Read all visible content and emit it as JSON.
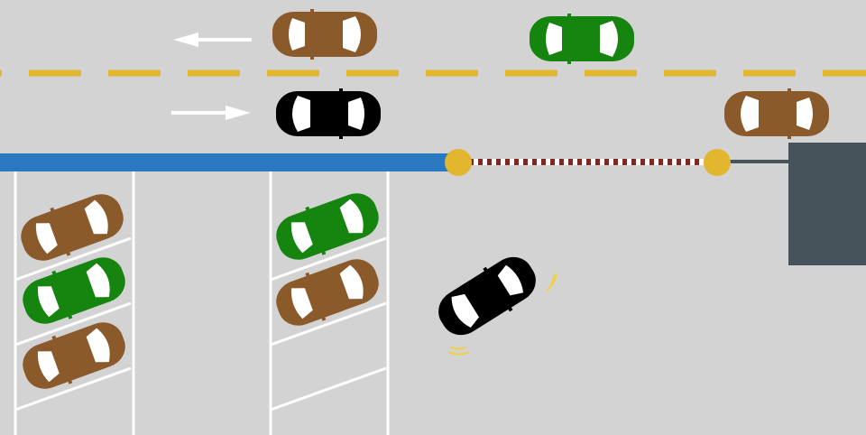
{
  "scene": {
    "road_color": "#d3d3d3",
    "lane_divider_color": "#e2b62e",
    "curb_color": "#2a78bf",
    "barrier_post_color": "#e2b62e",
    "barrier_stripe_colors": [
      "#7a2a22",
      "#ffffff"
    ],
    "booth_color": "#47535b",
    "marking_color": "#ffffff",
    "arrows": [
      {
        "name": "left-arrow-icon",
        "direction": "left"
      },
      {
        "name": "right-arrow-icon",
        "direction": "right"
      }
    ],
    "cars": [
      {
        "name": "brown-car-lane-top",
        "color": "#8b5a2b",
        "role": "traffic"
      },
      {
        "name": "green-car-lane-top",
        "color": "#168510",
        "role": "traffic"
      },
      {
        "name": "black-car-lane-bottom",
        "color": "#000000",
        "role": "traffic"
      },
      {
        "name": "brown-car-lane-bottom",
        "color": "#8b5a2b",
        "role": "traffic"
      },
      {
        "name": "parked-brown-car-1",
        "color": "#8b5a2b",
        "role": "parked"
      },
      {
        "name": "parked-green-car-1",
        "color": "#168510",
        "role": "parked"
      },
      {
        "name": "parked-brown-car-2",
        "color": "#8b5a2b",
        "role": "parked"
      },
      {
        "name": "parked-green-car-2",
        "color": "#168510",
        "role": "parked"
      },
      {
        "name": "parked-brown-car-3",
        "color": "#8b5a2b",
        "role": "parked"
      },
      {
        "name": "player-black-car",
        "color": "#000000",
        "role": "player"
      }
    ]
  }
}
